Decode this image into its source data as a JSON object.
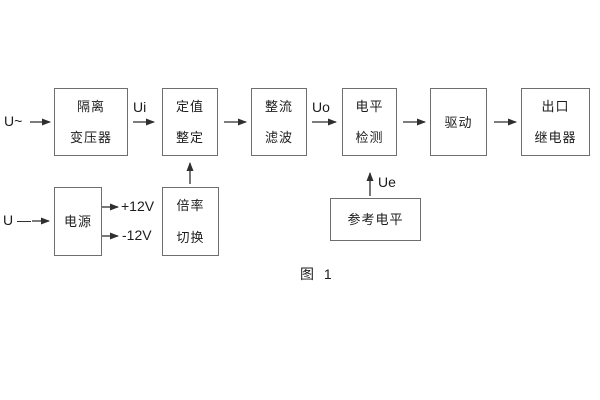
{
  "figure": {
    "caption": "图 1",
    "colors": {
      "background": "#ffffff",
      "box_border": "#6e6e6e",
      "wire": "#2f2f2f",
      "text": "#1c1c1c"
    }
  },
  "labels": {
    "ac_input": "U~",
    "dc_input": "U —",
    "ui": "Ui",
    "uo": "Uo",
    "ue": "Ue",
    "plus_12v": "+12V",
    "minus_12v": "-12V"
  },
  "blocks": {
    "isolation_transformer": {
      "line1": "隔离",
      "line2": "变压器"
    },
    "setting_adjust": {
      "line1": "定值",
      "line2": "整定"
    },
    "rectifier_filter": {
      "line1": "整流",
      "line2": "滤波"
    },
    "level_detect": {
      "line1": "电平",
      "line2": "检测"
    },
    "driver": {
      "line1": "驱动"
    },
    "output_relay": {
      "line1": "出口",
      "line2": "继电器"
    },
    "power_supply": {
      "line1": "电源"
    },
    "ratio_switch": {
      "line1": "倍率",
      "line2": "切换"
    },
    "reference_level": {
      "line1": "参考电平"
    }
  }
}
